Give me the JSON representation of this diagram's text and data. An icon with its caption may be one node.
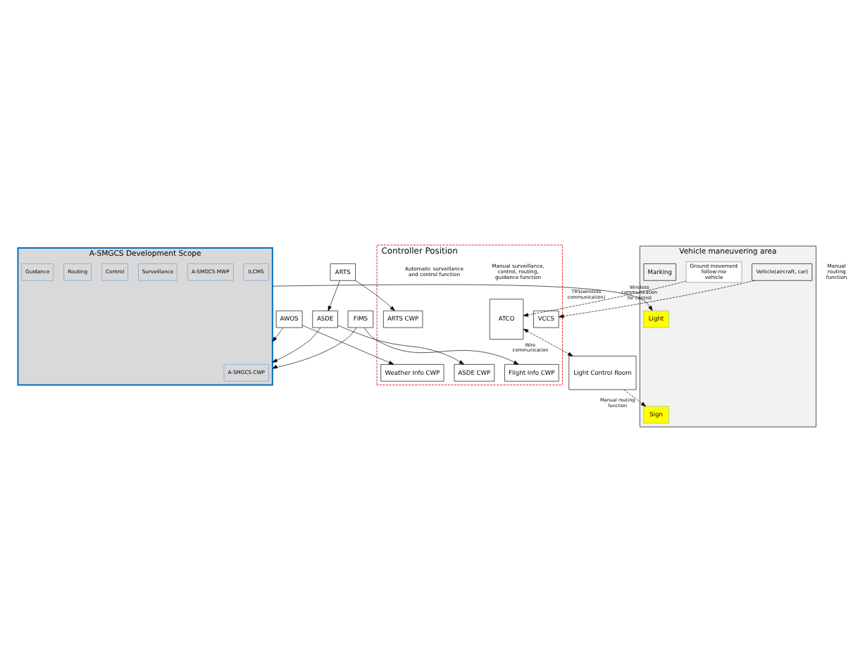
{
  "diagram": {
    "nodes": [
      {
        "text": [
          "Vehicle maneuvering area"
        ]
      },
      {
        "text": [
          "Vehicle(aircraft, car)"
        ],
        "in": 0
      },
      {
        "text": [
          "Ground movement follow-me vehicle"
        ],
        "in": 0
      },
      {
        "text": [
          "Marking"
        ],
        "in": 0
      },
      {
        "text": [
          "Light"
        ],
        "in": 0
      },
      {
        "text": [
          "Sign"
        ],
        "in": 0
      },
      {
        "text": [
          "Controller Position"
        ]
      },
      {
        "text": [
          "VCCS"
        ],
        "in": 6
      },
      {
        "text": [
          "Flight Info CWP"
        ],
        "in": 6
      },
      {
        "text": [
          "Weather Info CWP"
        ],
        "in": 6
      },
      {
        "text": [
          "ARTS CWP"
        ],
        "in": 6
      },
      {
        "text": [
          "ASDE CWP"
        ],
        "in": 6
      },
      {
        "text": [
          "ATCO"
        ],
        "in": 6
      },
      {
        "text": [
          "FIMS"
        ]
      },
      {
        "text": [
          "AWOS"
        ]
      },
      {
        "text": [
          "ARTS"
        ]
      },
      {
        "text": [
          "ASDE"
        ]
      },
      {
        "text": [
          "Light Control Room"
        ]
      },
      {
        "text": [
          "A-SMGCS Development Scope"
        ]
      },
      {
        "text": [
          "A-SMGCS CWP"
        ],
        "in": 18
      },
      {
        "text": [
          "ILCMS"
        ],
        "in": 18
      },
      {
        "text": [
          "A-SMGCS MWP"
        ],
        "in": 18
      },
      {
        "text": [
          "Surveillance"
        ],
        "in": 18
      },
      {
        "text": [
          "Control"
        ],
        "in": 18
      },
      {
        "text": [
          "Routing"
        ],
        "in": 18
      },
      {
        "text": [
          "Guidance"
        ],
        "in": 18
      }
    ],
    "edges": [
      {
        "from": 1,
        "to": 7,
        "arrow": "to",
        "style": "dashed",
        "label": "Wireless communication for control"
      },
      {
        "from": 13,
        "to": 8,
        "arrow": "to"
      },
      {
        "from": 13,
        "to": 18,
        "arrow": "to"
      },
      {
        "from": 14,
        "to": 9,
        "arrow": "to"
      },
      {
        "from": 14,
        "to": 18,
        "arrow": "to"
      },
      {
        "from": 15,
        "to": 10,
        "arrow": "to"
      },
      {
        "from": 15,
        "to": 16,
        "arrow": "to"
      },
      {
        "from": 16,
        "to": 11,
        "arrow": "to"
      },
      {
        "from": 16,
        "to": 18,
        "arrow": "to"
      },
      {
        "from": 2,
        "to": 12,
        "arrow": "to",
        "style": "dashed",
        "label": "TRS(wireless communication)"
      },
      {
        "from": 12,
        "to": 17,
        "arrow": "both",
        "style": "dashed",
        "label": "Wire communication"
      },
      {
        "from": 18,
        "to": 4,
        "arrow": "to"
      },
      {
        "from": 17,
        "to": 5,
        "arrow": "to",
        "style": "dashed",
        "label": "Manual routing function"
      }
    ],
    "labels": [
      "Manual routing function",
      "Manual surveillance, control, routing, guidance function",
      "Automatic surveillance and control function"
    ]
  }
}
